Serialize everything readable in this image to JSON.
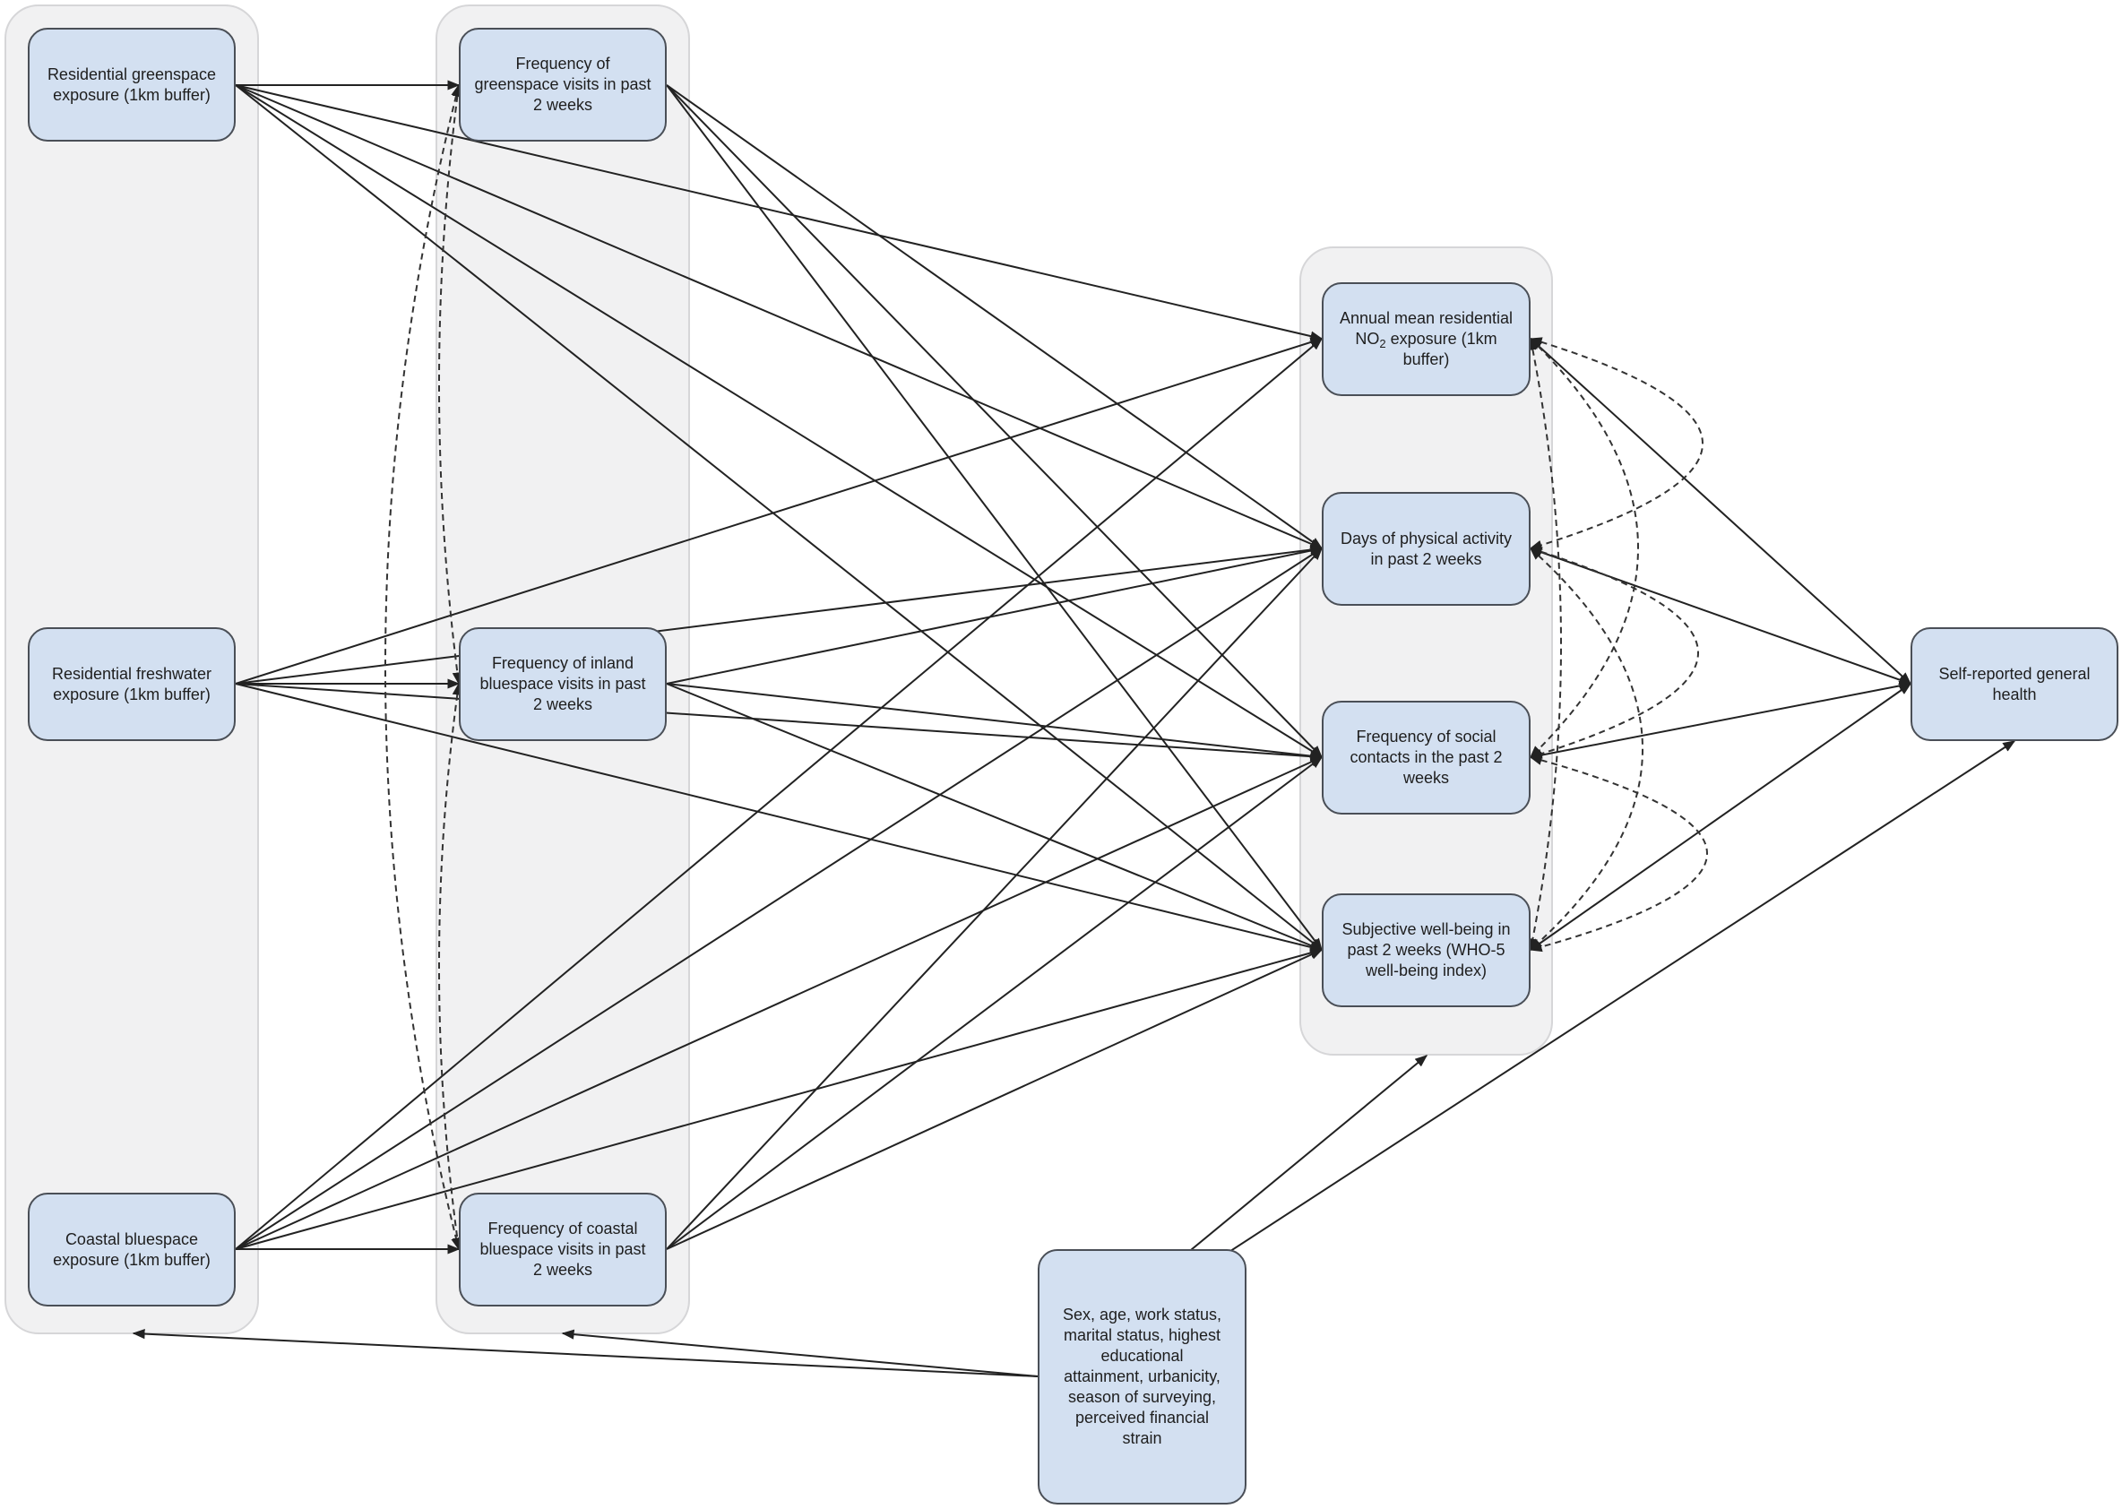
{
  "diagram": {
    "type": "path-diagram",
    "groups": [
      {
        "id": "exposures",
        "nodes": [
          "green_exp",
          "fresh_exp",
          "coastal_exp"
        ]
      },
      {
        "id": "visits",
        "nodes": [
          "green_visit",
          "inland_visit",
          "coastal_visit"
        ]
      },
      {
        "id": "mediators",
        "nodes": [
          "no2",
          "pa",
          "social",
          "swb"
        ]
      }
    ],
    "nodes": {
      "green_exp": {
        "label": "Residential greenspace exposure (1km buffer)"
      },
      "fresh_exp": {
        "label": "Residential freshwater exposure (1km buffer)"
      },
      "coastal_exp": {
        "label": "Coastal bluespace exposure (1km buffer)"
      },
      "green_visit": {
        "label": "Frequency of greenspace visits in past 2 weeks"
      },
      "inland_visit": {
        "label": "Frequency of inland bluespace visits  in past 2 weeks"
      },
      "coastal_visit": {
        "label": "Frequency of coastal bluespace visits  in past 2 weeks"
      },
      "no2": {
        "label_pre": "Annual mean residential NO",
        "label_sub": "2",
        "label_post": " exposure (1km buffer)"
      },
      "pa": {
        "label": "Days of physical activity in past 2 weeks"
      },
      "social": {
        "label": "Frequency of social contacts in the past 2 weeks"
      },
      "swb": {
        "label": "Subjective well-being in past 2 weeks (WHO-5 well-being index)"
      },
      "outcome": {
        "label": "Self-reported general health"
      },
      "confounders": {
        "label": "Sex, age, work status, marital status, highest educational attainment, urbanicity, season of surveying, perceived financial strain"
      }
    },
    "directed_edges": [
      [
        "green_exp",
        "green_visit"
      ],
      [
        "green_exp",
        "no2"
      ],
      [
        "green_exp",
        "pa"
      ],
      [
        "green_exp",
        "social"
      ],
      [
        "green_exp",
        "swb"
      ],
      [
        "fresh_exp",
        "inland_visit"
      ],
      [
        "fresh_exp",
        "no2"
      ],
      [
        "fresh_exp",
        "pa"
      ],
      [
        "fresh_exp",
        "social"
      ],
      [
        "fresh_exp",
        "swb"
      ],
      [
        "coastal_exp",
        "coastal_visit"
      ],
      [
        "coastal_exp",
        "no2"
      ],
      [
        "coastal_exp",
        "pa"
      ],
      [
        "coastal_exp",
        "social"
      ],
      [
        "coastal_exp",
        "swb"
      ],
      [
        "green_visit",
        "pa"
      ],
      [
        "green_visit",
        "social"
      ],
      [
        "green_visit",
        "swb"
      ],
      [
        "inland_visit",
        "pa"
      ],
      [
        "inland_visit",
        "social"
      ],
      [
        "inland_visit",
        "swb"
      ],
      [
        "coastal_visit",
        "pa"
      ],
      [
        "coastal_visit",
        "social"
      ],
      [
        "coastal_visit",
        "swb"
      ],
      [
        "no2",
        "outcome"
      ],
      [
        "pa",
        "outcome"
      ],
      [
        "social",
        "outcome"
      ],
      [
        "swb",
        "outcome"
      ],
      [
        "confounders",
        "exposures"
      ],
      [
        "confounders",
        "visits"
      ],
      [
        "confounders",
        "mediators"
      ],
      [
        "confounders",
        "outcome"
      ]
    ],
    "covariances": [
      [
        "green_visit",
        "inland_visit"
      ],
      [
        "inland_visit",
        "coastal_visit"
      ],
      [
        "green_visit",
        "coastal_visit"
      ],
      [
        "no2",
        "pa"
      ],
      [
        "pa",
        "social"
      ],
      [
        "social",
        "swb"
      ],
      [
        "no2",
        "social"
      ],
      [
        "pa",
        "swb"
      ],
      [
        "no2",
        "swb"
      ]
    ]
  }
}
